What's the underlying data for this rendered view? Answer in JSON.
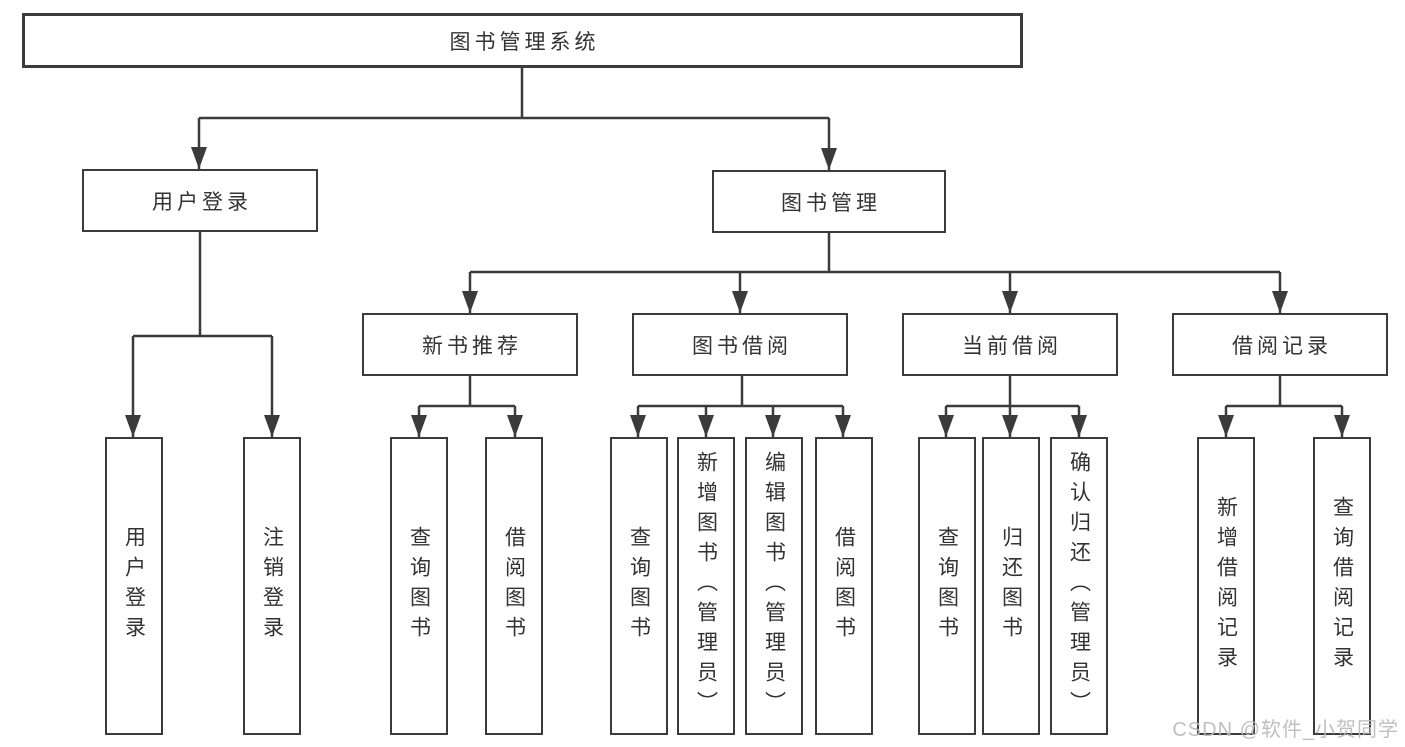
{
  "diagram": {
    "title": "图书管理系统",
    "root": {
      "label": "图书管理系统"
    },
    "level2": [
      {
        "label": "用户登录"
      },
      {
        "label": "图书管理"
      }
    ],
    "level3": [
      {
        "label": "新书推荐"
      },
      {
        "label": "图书借阅"
      },
      {
        "label": "当前借阅"
      },
      {
        "label": "借阅记录"
      }
    ],
    "leaves": [
      {
        "label": "用户登录"
      },
      {
        "label": "注销登录"
      },
      {
        "label": "查询图书"
      },
      {
        "label": "借阅图书"
      },
      {
        "label": "查询图书"
      },
      {
        "label": "新增图书（管理员）"
      },
      {
        "label": "编辑图书（管理员）"
      },
      {
        "label": "借阅图书"
      },
      {
        "label": "查询图书"
      },
      {
        "label": "归还图书"
      },
      {
        "label": "确认归还（管理员）"
      },
      {
        "label": "新增借阅记录"
      },
      {
        "label": "查询借阅记录"
      }
    ]
  },
  "watermark": {
    "text": "CSDN @软件_小贺同学"
  },
  "colors": {
    "line": "#3b3b3b",
    "text": "#333333",
    "watermark": "#bababa",
    "background": "#ffffff"
  }
}
